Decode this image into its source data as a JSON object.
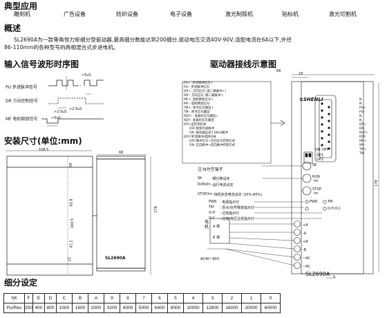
{
  "sections": {
    "applications": "典型应用",
    "overview": "概述",
    "input_timing": "输入信号波形时序图",
    "wiring": "驱动器接线示意图",
    "install": "安装尺寸(单位:mm)",
    "subdivision": "细分设定"
  },
  "applications": [
    "雕刻机",
    "广告设备",
    "纺织设备",
    "电子设备",
    "激光制版机",
    "贴标机",
    "激光切割机"
  ],
  "description": {
    "line1": "SL2690A为一款等角恒力矩细分型驱动器,最高细分数能达到200细分,驱动电压交流40V-90V,适配电流在6A以下,外径",
    "line2": "86-110mm的各种型号的两相混合式步进电机。"
  },
  "timing": {
    "pu": "PU 步进脉冲信号",
    "dr": "DR 方向控制信号",
    "mf": "MF 电机释放信号",
    "t1": ">5uS",
    "t2": ">2.5uS",
    "t3": ">2.5uS",
    "t4": ">5uS"
  },
  "install": {
    "w_total": "108.5",
    "w_inner": "68",
    "height": "178",
    "d1": "39",
    "d2": "65.8",
    "d3": "160.5",
    "d4": "41.2",
    "d5": "22",
    "model": "SL2690A"
  },
  "wiring": {
    "top_dim": "68",
    "dim_18": "18",
    "right_dim": "178",
    "bottom_dim": "5",
    "brand": "SHENLI",
    "model": "SL2690A",
    "legend": [
      "PU+: 步进脉冲信号+",
      "PU-: 步进脉冲信号-",
      "DR+: 方向信号 (第二路脉冲+)",
      "DR-: 方向信号 (第二路脉冲-)",
      "MF+: 电机释放信号+",
      "MF-: 电机释放信号-",
      "TM+: 原点信号输出+",
      "TM-: 原点信号输出-",
      "RDY+: 准备好信号输出+",
      "RDY-: 准备好信号输出-",
      "DP1:自检测开关",
      "OFF:接受外部脉冲",
      "ON :驱动器自发7.5KHz脉冲",
      "DP2:单/双脉冲选择开关",
      "OFF:脉冲信号+方向信号控制方式",
      "ON :正向脉冲+反向脉冲控制方式"
    ],
    "pins": [
      "N",
      "N",
      "PU+",
      "PU-",
      "N",
      "N",
      "DR+",
      "DR-",
      "RDY+",
      "RDY-",
      "MF+",
      "MF-",
      "TM+",
      "TM-"
    ],
    "dp1": "DP1",
    "dp2": "DP2",
    "on": "ON",
    "off": "OFF",
    "note": "注:N为空端子",
    "sk": "SK",
    "sk_desc": ":细分数设定",
    "run": "RUN/Im",
    "run_desc": ":运行电流设定",
    "stop": "STOP/Im",
    "stop_desc": ":待机状态电流设定 (20%-80%)",
    "knob_sk": "SK",
    "knob_run1": "RUN",
    "knob_run2": "Im",
    "knob_stop1": "STOP",
    "knob_stop2": "Im",
    "pwr": "PWR",
    "pwr_desc": ": 电源指示灯",
    "tm": "TM",
    "tm_desc": ": 原点/信号释放指示灯",
    "oh": "O.H",
    "oh_desc": ": 过热指示灯",
    "oc": "O.C",
    "oc_desc": ": 过流/电压过低指示灯",
    "led_pwr": "PWR",
    "led_tm": "TM",
    "led_ohc": "O.H O.C",
    "motor": "电机",
    "phase_a": "A 相",
    "phase_b": "B 相",
    "terms": [
      "+A",
      "-A",
      "+B",
      "-B",
      "~AC",
      "~AC"
    ],
    "ac": "AC40~90V"
  },
  "subdivision": {
    "row1_label": "SK",
    "row1": [
      "F",
      "E",
      "D",
      "C",
      "B",
      "A",
      "9",
      "8",
      "7",
      "6",
      "5",
      "4",
      "3",
      "2",
      "1",
      "0"
    ],
    "row2_label": "Pu/Rev",
    "row2": [
      "200",
      "400",
      "800",
      "1000",
      "1600",
      "2000",
      "3200",
      "4000",
      "5000",
      "6400",
      "8000",
      "10000",
      "12800",
      "16000",
      "20000",
      "40000"
    ]
  }
}
